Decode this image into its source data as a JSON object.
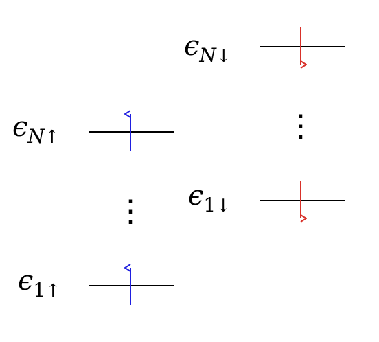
{
  "colors": {
    "up": "#1f1fe0",
    "down": "#d8312a",
    "line": "#000000"
  },
  "levels": {
    "down_top": {
      "symbol": "ϵ",
      "index": "N",
      "spin": "↓"
    },
    "down_bottom": {
      "symbol": "ϵ",
      "index": "1",
      "spin": "↓"
    },
    "up_top": {
      "symbol": "ϵ",
      "index": "N",
      "spin": "↑"
    },
    "up_bottom": {
      "symbol": "ϵ",
      "index": "1",
      "spin": "↑"
    }
  },
  "ellipsis": "⋮"
}
